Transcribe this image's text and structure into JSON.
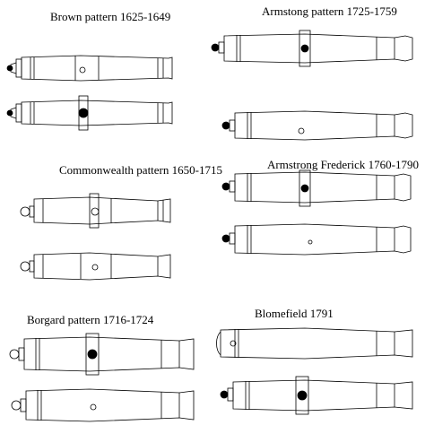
{
  "figure": {
    "panels": [
      {
        "id": "brown",
        "title": "Brown pattern 1625-1649",
        "views": [
          "side",
          "top"
        ]
      },
      {
        "id": "armstong",
        "title": "Armstong pattern 1725-1759",
        "views": [
          "top",
          "side"
        ]
      },
      {
        "id": "commonwealth",
        "title": "Commonwealth pattern 1650-1715",
        "views": [
          "top",
          "side"
        ]
      },
      {
        "id": "armstrong-frederick",
        "title": "Armstrong Frederick 1760-1790",
        "views": [
          "top",
          "side"
        ]
      },
      {
        "id": "borgard",
        "title": "Borgard pattern 1716-1724",
        "views": [
          "top",
          "side"
        ]
      },
      {
        "id": "blomefield",
        "title": "Blomefield 1791",
        "views": [
          "side",
          "top"
        ]
      }
    ]
  }
}
